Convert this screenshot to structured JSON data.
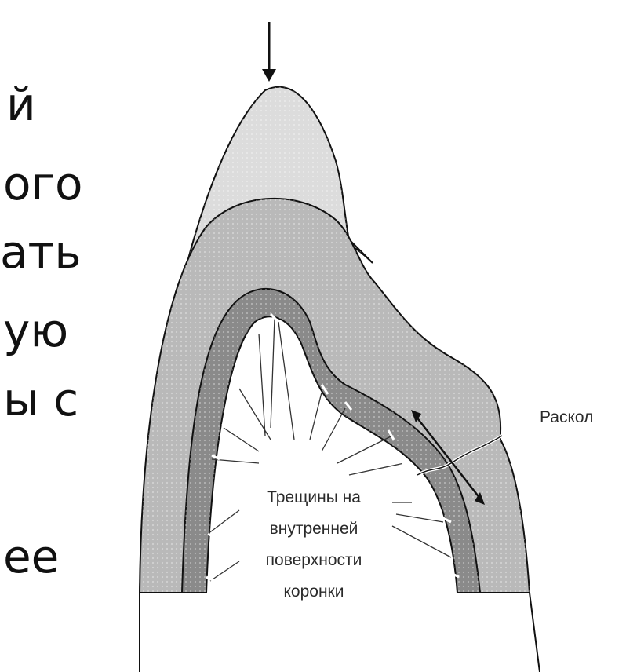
{
  "side_text": [
    "й",
    "ого",
    "ать",
    "ую",
    "ы с",
    "ее"
  ],
  "labels": {
    "split": "Раскол",
    "cracks": [
      "Трещины на",
      "внутренней",
      "поверхности",
      "коронки"
    ]
  },
  "colors": {
    "outer_layer": "#dcdcdc",
    "middle_layer": "#b9b9b9",
    "inner_layer": "#8a8a8a",
    "outline": "#111111"
  }
}
